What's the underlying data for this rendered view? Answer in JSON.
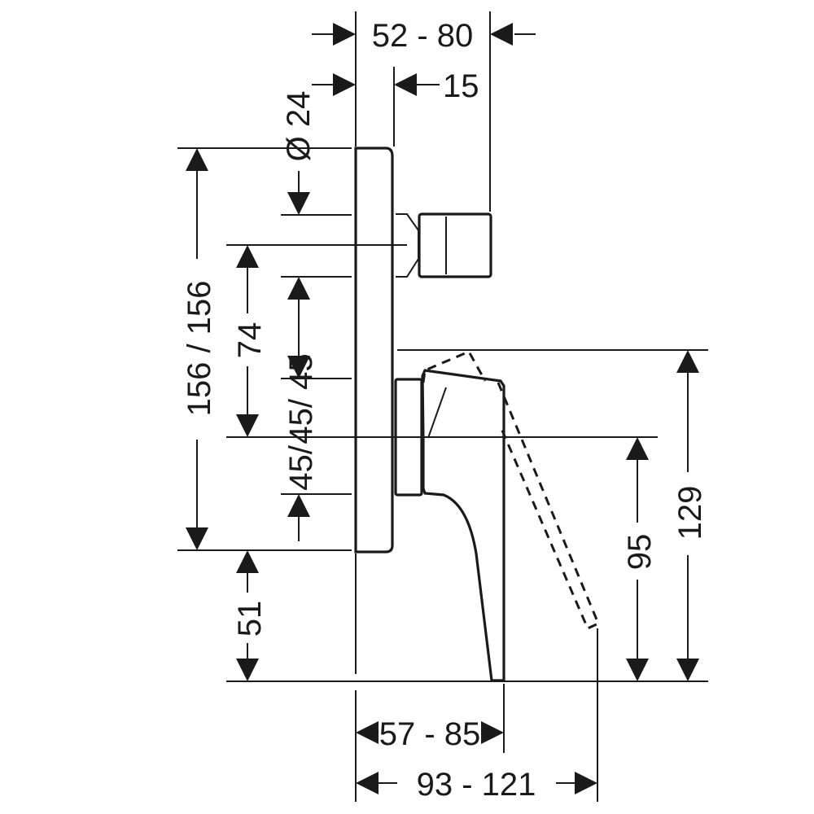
{
  "dimensions": {
    "top_width": "52 - 80",
    "top_offset": "15",
    "diameter": "Ø 24",
    "overall_height": "156 / 156",
    "spindle_spacing": "74",
    "upper_half": "45/ 45",
    "lower_half": "45/",
    "floor_clearance": "51",
    "spout_height": "95",
    "total_height": "129",
    "lever_reach": "57 - 85",
    "total_reach": "93 - 121"
  },
  "colors": {
    "line": "#1a1a1a",
    "background": "#ffffff"
  }
}
